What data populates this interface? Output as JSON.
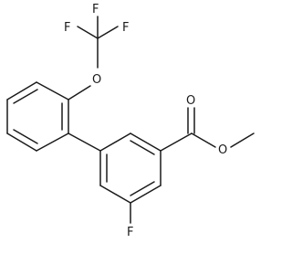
{
  "molecule": {
    "atoms": {
      "f_top_left": "F",
      "f_top_center": "F",
      "f_top_right": "F",
      "o_ether": "O",
      "o_carbonyl": "O",
      "o_ester": "O",
      "f_ring": "F"
    }
  }
}
